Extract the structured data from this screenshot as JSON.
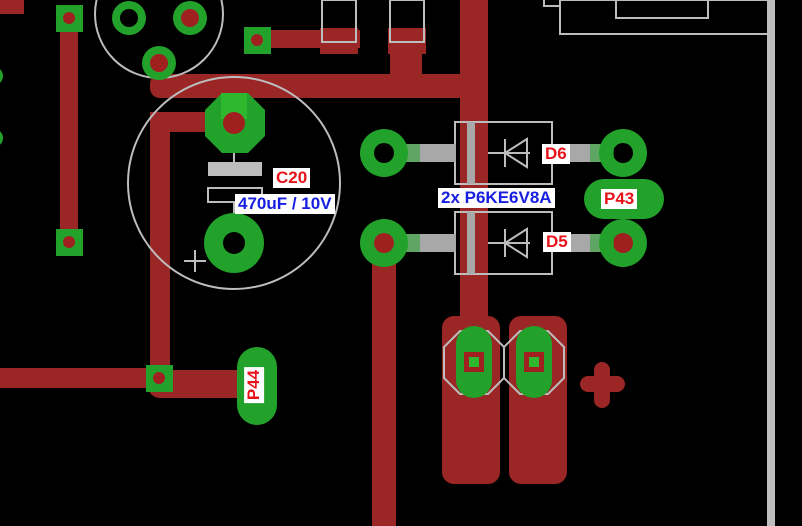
{
  "colors": {
    "background": "#000000",
    "copper_top": "#9b2626",
    "pad": "#22a22a",
    "pad_hole": "#a02020",
    "silkscreen": "#bdbdbd",
    "designator_text": "#e8121a",
    "value_text": "#1720e0"
  },
  "labels": {
    "c20": "C20",
    "c20_value": "470uF / 10V",
    "d6": "D6",
    "d5": "D5",
    "diodes_value": "2x P6KE6V8A",
    "p43": "P43",
    "p44": "P44"
  },
  "icons": {
    "polarity_plus": "plus-mark-icon",
    "via_marker": "cross-marker-icon"
  }
}
